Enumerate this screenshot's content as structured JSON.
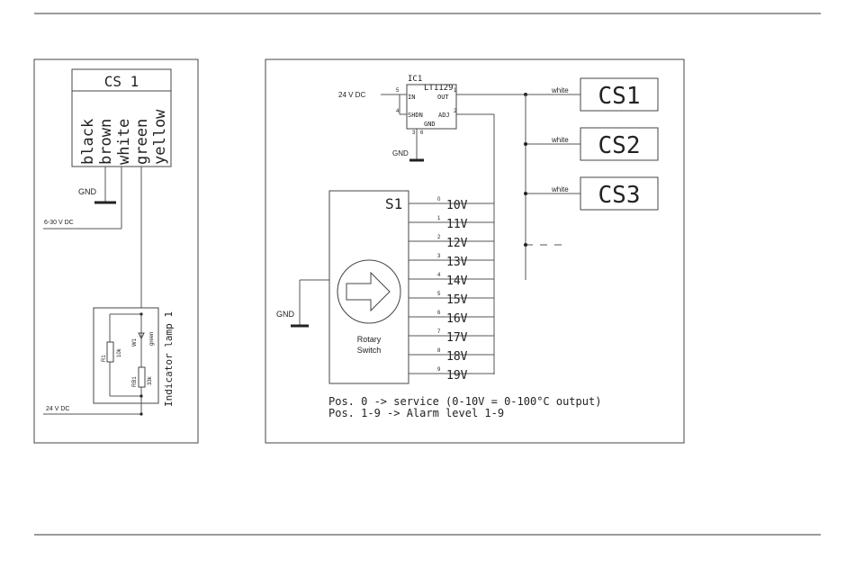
{
  "left_panel": {
    "connector_title": "CS 1",
    "wires": [
      "black",
      "brown",
      "white",
      "green",
      "yellow"
    ],
    "gnd_label": "GND",
    "supply_label": "6-30 V DC",
    "supply2_label": "24 V DC",
    "lamp_label": "Indicator lamp 1",
    "led_label": "W1",
    "led_color_label": "green",
    "r1_label": "R1",
    "r1_value": "10k",
    "rb1_label": "RB1",
    "rb1_value": "33k"
  },
  "right_panel": {
    "ic_ref": "IC1",
    "ic_part": "LT1129",
    "pin_in": "IN",
    "pin_out": "OUT",
    "pin_shdn": "SHDN",
    "pin_adj": "ADJ",
    "pin_gnd": "GND",
    "pin_num_in": "5",
    "pin_num_out": "1",
    "pin_num_shdn": "4",
    "pin_num_adj": "2",
    "pin_num_gnd_a": "3",
    "pin_num_gnd_b": "6",
    "supply_label": "24 V DC",
    "gnd_ic_label": "GND",
    "gnd_switch_label": "GND",
    "wire_label": "white",
    "sensors": [
      "CS1",
      "CS2",
      "CS3"
    ],
    "switch_ref": "S1",
    "switch_caption_line1": "Rotary",
    "switch_caption_line2": "Switch",
    "positions": [
      {
        "num": "0",
        "label": "10V"
      },
      {
        "num": "1",
        "label": "11V"
      },
      {
        "num": "2",
        "label": "12V"
      },
      {
        "num": "3",
        "label": "13V"
      },
      {
        "num": "4",
        "label": "14V"
      },
      {
        "num": "5",
        "label": "15V"
      },
      {
        "num": "6",
        "label": "16V"
      },
      {
        "num": "7",
        "label": "17V"
      },
      {
        "num": "8",
        "label": "18V"
      },
      {
        "num": "9",
        "label": "19V"
      }
    ],
    "note_line1": "Pos. 0 -> service (0-10V = 0-100°C output)",
    "note_line2": "Pos. 1-9 -> Alarm level 1-9"
  }
}
